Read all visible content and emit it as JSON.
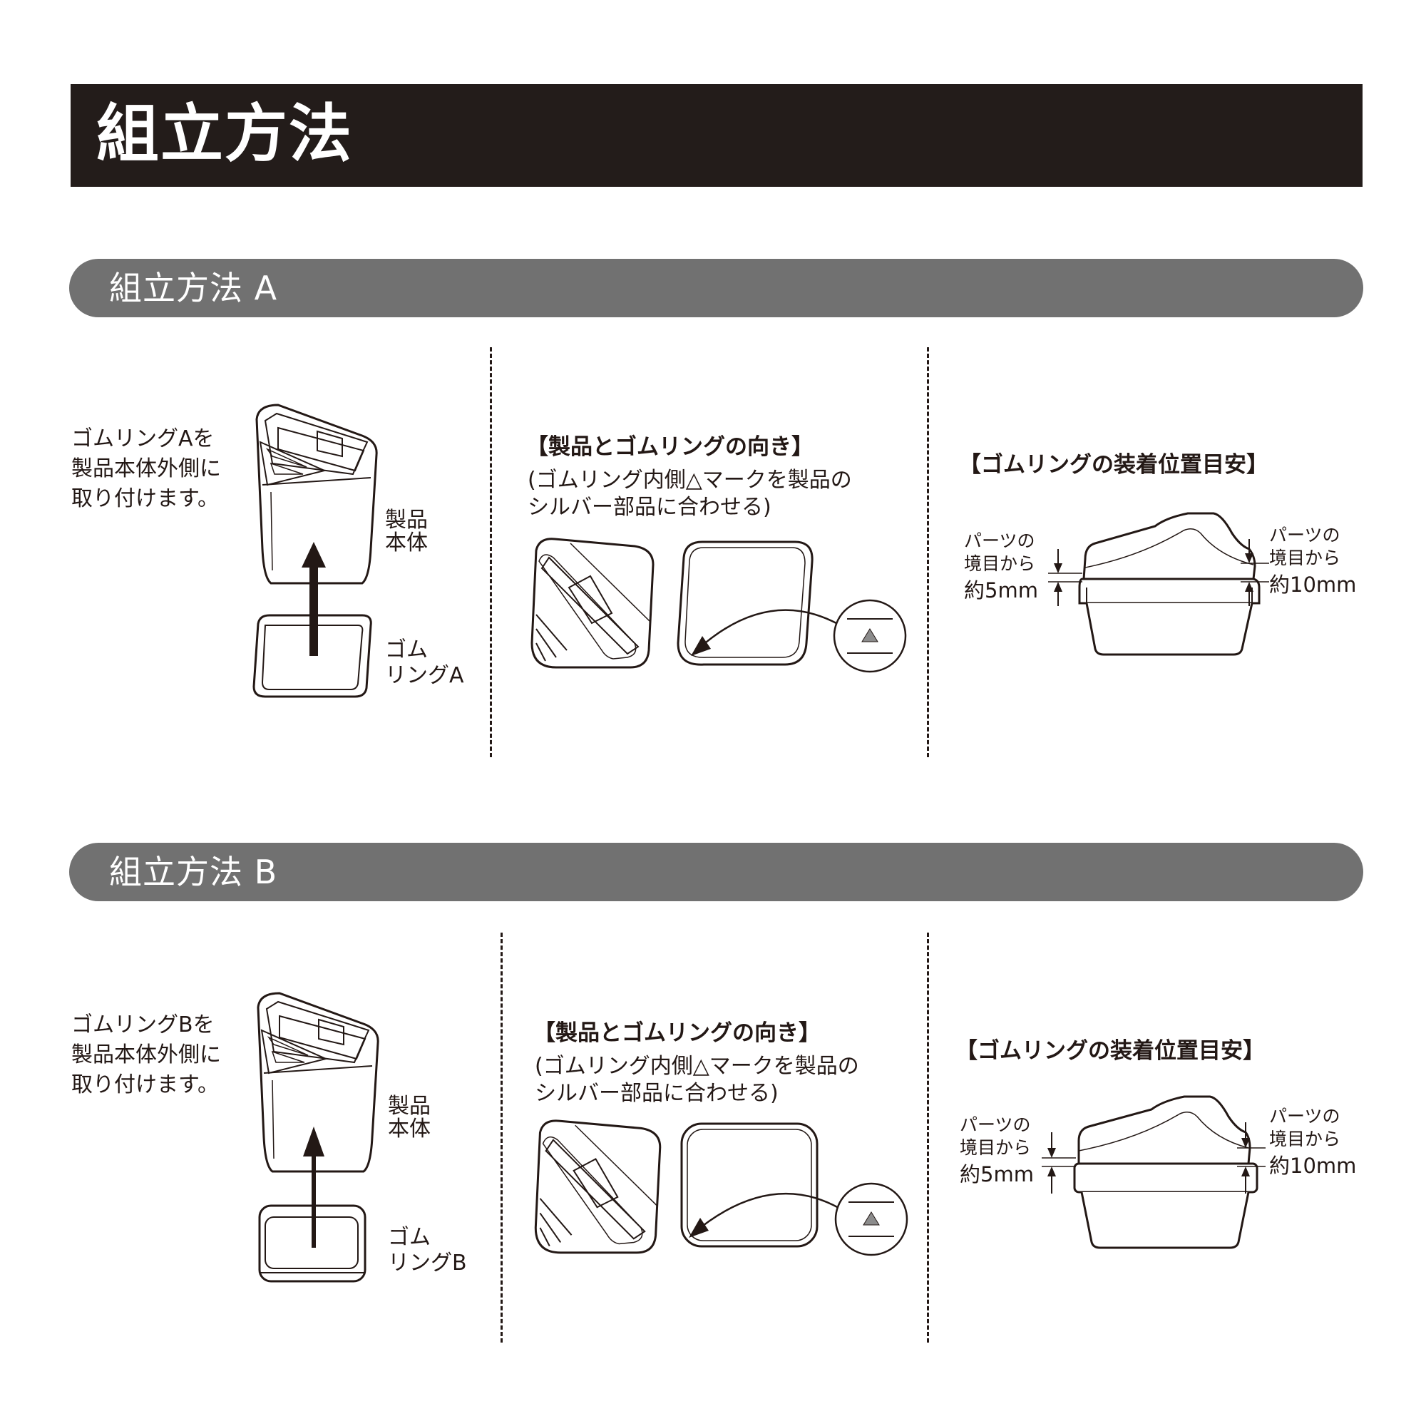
{
  "header": {
    "title": "組立方法"
  },
  "colors": {
    "header_bg": "#231c1a",
    "section_bar_bg": "#717171",
    "ink": "#231815",
    "triangle_mark": "#8c8c8c"
  },
  "sections": [
    {
      "title": "組立方法 A",
      "step1": {
        "instruction": [
          "ゴムリングAを",
          "製品本体外側に",
          "取り付けます。"
        ],
        "label_body": [
          "製品",
          "本体"
        ],
        "label_ring": [
          "ゴム",
          "リングA"
        ]
      },
      "step2": {
        "heading": "【製品とゴムリングの向き】",
        "note": [
          "(ゴムリング内側△マークを製品の",
          "シルバー部品に合わせる)"
        ]
      },
      "step3": {
        "heading": "【ゴムリングの装着位置目安】",
        "left_label": [
          "パーツの",
          "境目から",
          "約5mm"
        ],
        "right_label": [
          "パーツの",
          "境目から",
          "約10mm"
        ]
      }
    },
    {
      "title": "組立方法 B",
      "step1": {
        "instruction": [
          "ゴムリングBを",
          "製品本体外側に",
          "取り付けます。"
        ],
        "label_body": [
          "製品",
          "本体"
        ],
        "label_ring": [
          "ゴム",
          "リングB"
        ]
      },
      "step2": {
        "heading": "【製品とゴムリングの向き】",
        "note": [
          "(ゴムリング内側△マークを製品の",
          "シルバー部品に合わせる)"
        ]
      },
      "step3": {
        "heading": "【ゴムリングの装着位置目安】",
        "left_label": [
          "パーツの",
          "境目から",
          "約5mm"
        ],
        "right_label": [
          "パーツの",
          "境目から",
          "約10mm"
        ]
      }
    }
  ]
}
